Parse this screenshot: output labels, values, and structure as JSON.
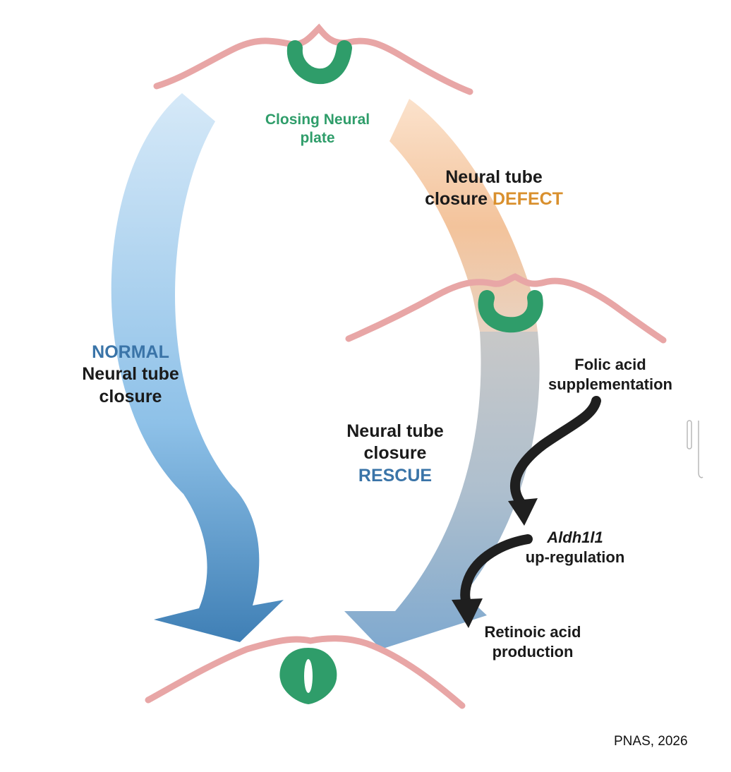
{
  "labels": {
    "closing_line1": "Closing Neural",
    "closing_line2": "plate",
    "defect_line1": "Neural tube",
    "defect_line2_prefix": "closure ",
    "defect_line2_highlight": "DEFECT",
    "normal_line1": "NORMAL",
    "normal_line2": "Neural tube",
    "normal_line3": "closure",
    "rescue_line1": "Neural tube",
    "rescue_line2": "closure",
    "rescue_line3": "RESCUE",
    "folic_line1": "Folic acid",
    "folic_line2": "supplementation",
    "aldh_line1": "Aldh1l1",
    "aldh_line2": "up-regulation",
    "retinoic_line1": "Retinoic acid",
    "retinoic_line2": "production"
  },
  "credit": "PNAS, 2026",
  "colors": {
    "ectoderm": "#e8a6a6",
    "neural_tissue": "#2f9d6a",
    "normal_arrow": "#8ec1e8",
    "defect_arrow": "#f3b98a",
    "rescue_arrow": "#9fbfd9",
    "pathway_arrow": "#1f1f1f",
    "highlight_blue": "#3a74a8",
    "highlight_orange": "#d9902e",
    "highlight_green": "#2f9d6a"
  }
}
